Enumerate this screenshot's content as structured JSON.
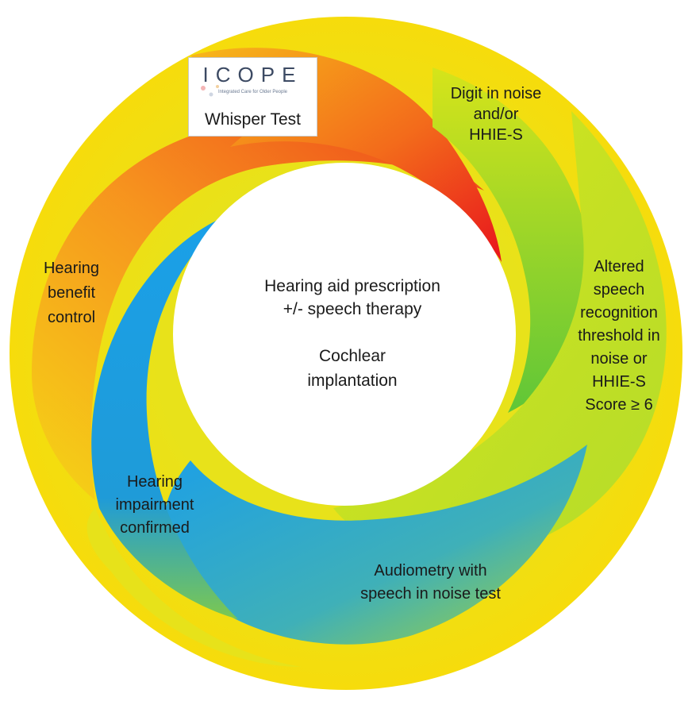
{
  "colors": {
    "outer_yellow": "#f6e20a",
    "lime": "#bfe01e",
    "green": "#7fd032",
    "red": "#ee1a1d",
    "orange": "#f7801d",
    "blue": "#1aa2e6",
    "center_white": "#ffffff"
  },
  "logo": {
    "wordmark": "ICOPE",
    "subtitle": "Integrated Care for Older People",
    "caption": "Whisper Test"
  },
  "center": {
    "line1": "Hearing aid prescription\n+/- speech therapy",
    "line2": "Cochlear\nimplantation"
  },
  "steps": [
    {
      "id": "digit",
      "text": "Digit in noise\nand/or\nHHIE-S"
    },
    {
      "id": "altered",
      "text": "Altered\nspeech\nrecognition\nthreshold in\nnoise or\nHHIE-S\nScore ≥ 6"
    },
    {
      "id": "audiometry",
      "text": "Audiometry with\nspeech in noise test"
    },
    {
      "id": "confirmed",
      "text": "Hearing\nimpairment\nconfirmed"
    },
    {
      "id": "benefit",
      "text": "Hearing\nbenefit\ncontrol"
    }
  ],
  "icons": {
    "logo_mark": "icope-logo-icon"
  }
}
